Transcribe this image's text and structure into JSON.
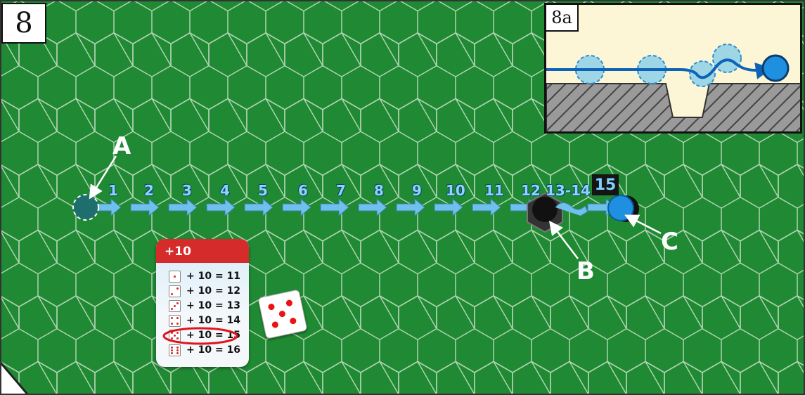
{
  "figure": {
    "page_number": "8",
    "inset_label": "8a"
  },
  "path": {
    "step_labels": [
      "1",
      "2",
      "3",
      "4",
      "5",
      "6",
      "7",
      "8",
      "9",
      "10",
      "11",
      "12",
      "13-14"
    ],
    "final_step_label": "15"
  },
  "callouts": {
    "start_label": "A",
    "obstacle_label": "B",
    "end_label": "C"
  },
  "modifier_card": {
    "title": "+10",
    "rows": [
      "+ 10 = 11",
      "+ 10 = 12",
      "+ 10 = 13",
      "+ 10 = 14",
      "+ 10 = 15",
      "+ 10 = 16"
    ],
    "highlighted_row_index": 4
  },
  "die": {
    "face_value": 5
  },
  "colors": {
    "board_green": "#1f8a33",
    "hex_line": "#b9d6b8",
    "arrow_blue": "#6fc0ec",
    "token_blue": "#1f8fe0",
    "card_red": "#d62b2b",
    "inset_bg": "#fdf6d6"
  }
}
